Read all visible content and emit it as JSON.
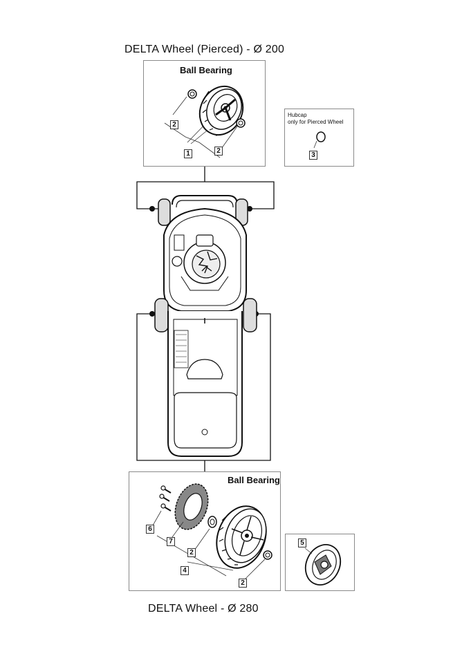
{
  "top_title": "DELTA Wheel (Pierced) -  Ø 200",
  "bottom_title": "DELTA Wheel -  Ø 280",
  "top_box": {
    "header": "Ball Bearing",
    "callouts": [
      "2",
      "1",
      "2"
    ]
  },
  "hubcap_box": {
    "line1": "Hubcap",
    "line2": "only for Pierced Wheel",
    "callout": "3"
  },
  "bottom_box": {
    "header": "Ball Bearing",
    "callouts": [
      "6",
      "7",
      "2",
      "4",
      "2"
    ]
  },
  "cap_box": {
    "callout": "5"
  }
}
